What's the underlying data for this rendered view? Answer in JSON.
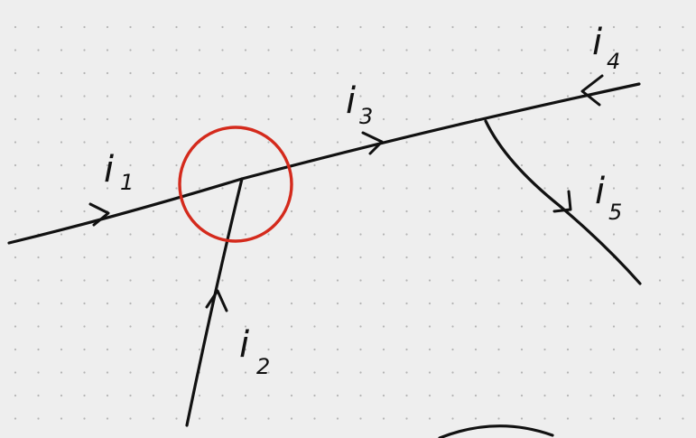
{
  "diagram": {
    "type": "circuit-node-currents",
    "background_color": "#eeeeee",
    "ink_color": "#111111",
    "highlight_color": "#d42a1c",
    "highlight_shape": "circle",
    "currents": [
      {
        "symbol": "i",
        "index": "1",
        "direction": "toward-node"
      },
      {
        "symbol": "i",
        "index": "2",
        "direction": "toward-node"
      },
      {
        "symbol": "i",
        "index": "3",
        "direction": "away-from-node"
      },
      {
        "symbol": "i",
        "index": "4",
        "direction": "toward-junction"
      },
      {
        "symbol": "i",
        "index": "5",
        "direction": "away-from-junction"
      }
    ]
  }
}
